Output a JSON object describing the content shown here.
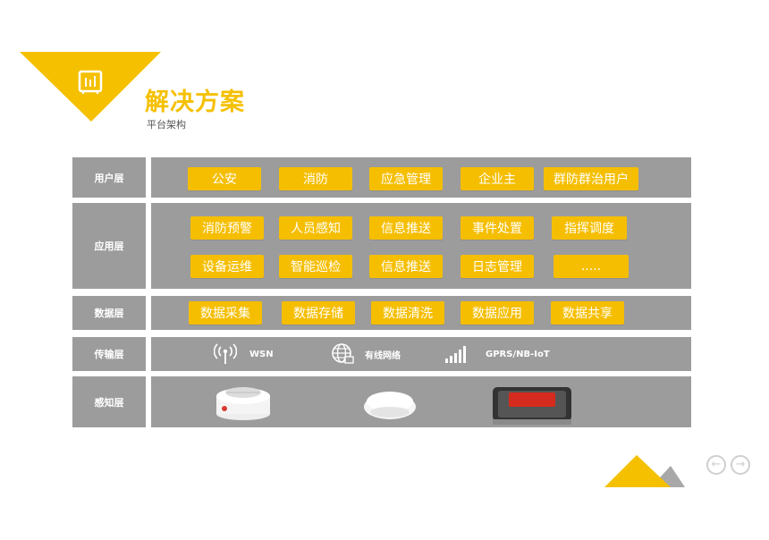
{
  "header": {
    "title": "解决方案",
    "subtitle": "平台架构",
    "icon": "chart-book-icon",
    "accent": "#f5c000"
  },
  "layers": [
    {
      "label": "用户层",
      "items": [
        "公安",
        "消防",
        "应急管理",
        "企业主",
        "群防群治用户"
      ]
    },
    {
      "label": "应用层",
      "items": [
        "消防预警",
        "人员感知",
        "信息推送",
        "事件处置",
        "指挥调度",
        "设备运维",
        "智能巡检",
        "信息推送",
        "日志管理",
        "....."
      ]
    },
    {
      "label": "数据层",
      "items": [
        "数据采集",
        "数据存储",
        "数据清洗",
        "数据应用",
        "数据共享"
      ]
    },
    {
      "label": "传输层",
      "items": [
        "WSN",
        "有线网络",
        "GPRS/NB-IoT"
      ]
    },
    {
      "label": "感知层",
      "devices": [
        "smoke-detector",
        "wireless-sensor",
        "gateway-device"
      ]
    }
  ],
  "transport_icons": [
    "wireless-antenna-icon",
    "globe-network-icon",
    "signal-bars-icon"
  ],
  "nav": {
    "prev_icon": "arrow-left-circle-icon",
    "next_icon": "arrow-right-circle-icon"
  },
  "colors": {
    "layer_bg": "#9c9c9c",
    "pill": "#f5be00",
    "deco_gray": "#a8a8a8"
  }
}
